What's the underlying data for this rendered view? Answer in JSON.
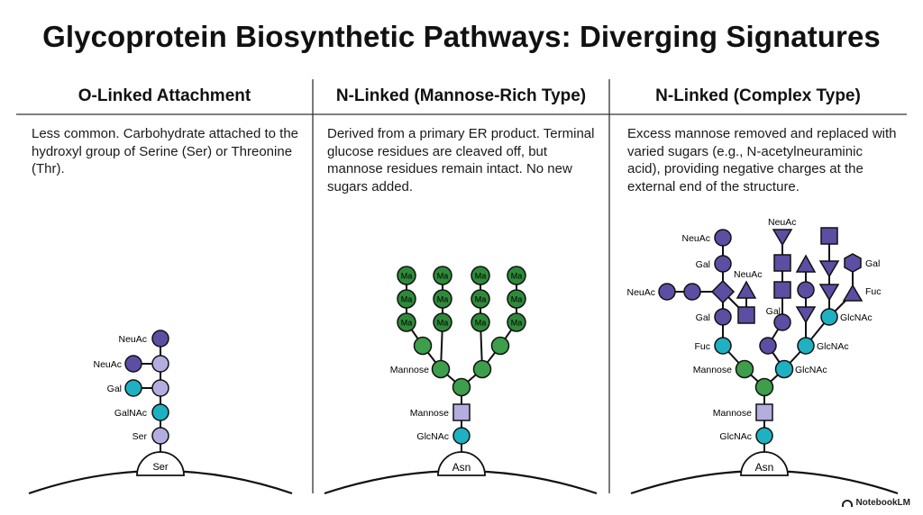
{
  "title": "Glycoprotein Biosynthetic Pathways: Diverging Signatures",
  "columns": [
    {
      "heading": "O-Linked Attachment",
      "description": "Less common. Carbohydrate attached to the hydroxyl group of Serine (Ser) or Threonine (Thr)."
    },
    {
      "heading": "N-Linked (Mannose-Rich Type)",
      "description": "Derived from a primary ER product. Terminal glucose residues are cleaved off, but mannose residues remain intact. No new sugars added."
    },
    {
      "heading": "N-Linked (Complex Type)",
      "description": "Excess mannose removed and replaced with varied sugars (e.g., N-acetylneuraminic acid), providing negative charges at the external end of the structure."
    }
  ],
  "colors": {
    "dark_purple": "#5b4ea3",
    "light_purple": "#b3aee0",
    "cyan": "#1db1c2",
    "green": "#3d9e4b",
    "green_dark": "#2e8a3a",
    "line": "#111111"
  },
  "labels": {
    "neuac": "NeuAc",
    "gal": "Gal",
    "galnac": "GalNAc",
    "ser": "Ser",
    "mannose": "Mannose",
    "glcnac": "GlcNAc",
    "asn": "Asn",
    "ma": "Ma",
    "fuc": "Fuc"
  },
  "brand": "NotebookLM"
}
